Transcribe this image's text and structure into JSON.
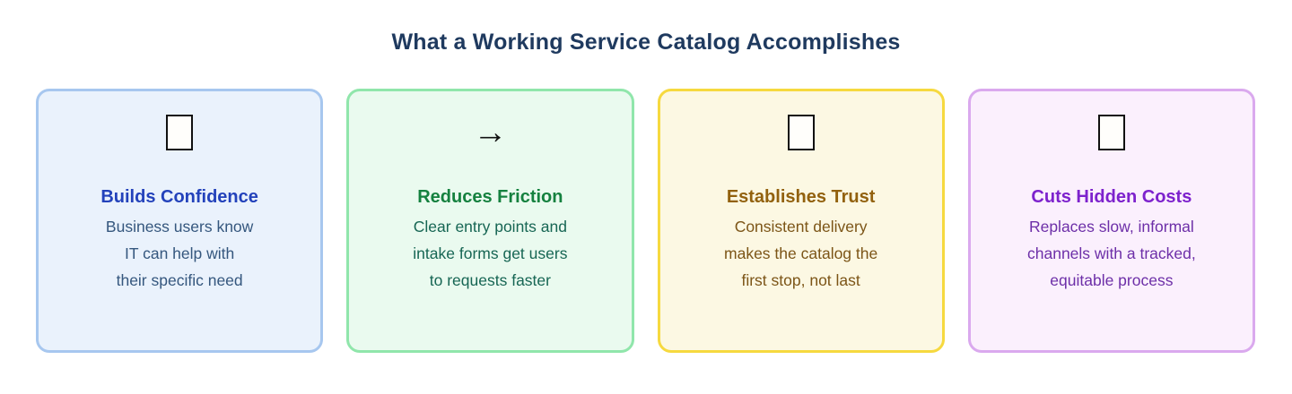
{
  "page": {
    "title": "What a Working Service Catalog Accomplishes",
    "title_color": "#1f3a5f",
    "background_color": "#ffffff"
  },
  "cards": [
    {
      "id": "builds-confidence",
      "icon": "missing-glyph-box-icon",
      "title": "Builds Confidence",
      "lines": [
        "Business users know",
        "IT can help with",
        "their specific need"
      ],
      "colors": {
        "background": "#eaf2fc",
        "border": "#a7c7ef",
        "title": "#2342bb",
        "body": "#35577e"
      }
    },
    {
      "id": "reduces-friction",
      "icon": "arrow-right-icon",
      "icon_glyph": "→",
      "title": "Reduces Friction",
      "lines": [
        "Clear entry points and",
        "intake forms get users",
        "to requests faster"
      ],
      "colors": {
        "background": "#eafaef",
        "border": "#90e6ab",
        "title": "#15813f",
        "body": "#176654"
      }
    },
    {
      "id": "establishes-trust",
      "icon": "missing-glyph-box-icon",
      "title": "Establishes Trust",
      "lines": [
        "Consistent delivery",
        "makes the catalog the",
        "first stop, not last"
      ],
      "colors": {
        "background": "#fcf8e3",
        "border": "#f6d93f",
        "title": "#92610e",
        "body": "#7c5517"
      }
    },
    {
      "id": "cuts-hidden-costs",
      "icon": "missing-glyph-box-icon",
      "title": "Cuts Hidden Costs",
      "lines": [
        "Replaces slow, informal",
        "channels with a tracked,",
        "equitable process"
      ],
      "colors": {
        "background": "#fbf0fd",
        "border": "#daa9ee",
        "title": "#7d22cd",
        "body": "#6d2fa8"
      }
    }
  ]
}
